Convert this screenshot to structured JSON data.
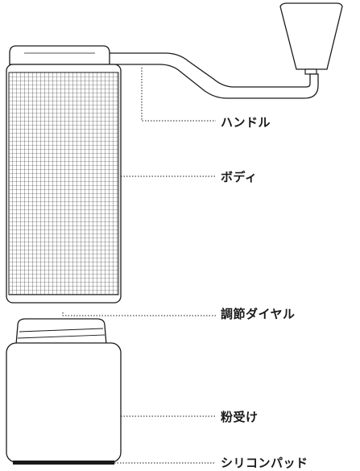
{
  "labels": {
    "handle": "ハンドル",
    "body": "ボディ",
    "adjust_dial": "調節ダイヤル",
    "powder_catcher": "粉受け",
    "silicone_pad": "シリコンパッド"
  },
  "colors": {
    "line": "#1a1a1a",
    "text": "#1a1a1a",
    "background": "#ffffff"
  }
}
